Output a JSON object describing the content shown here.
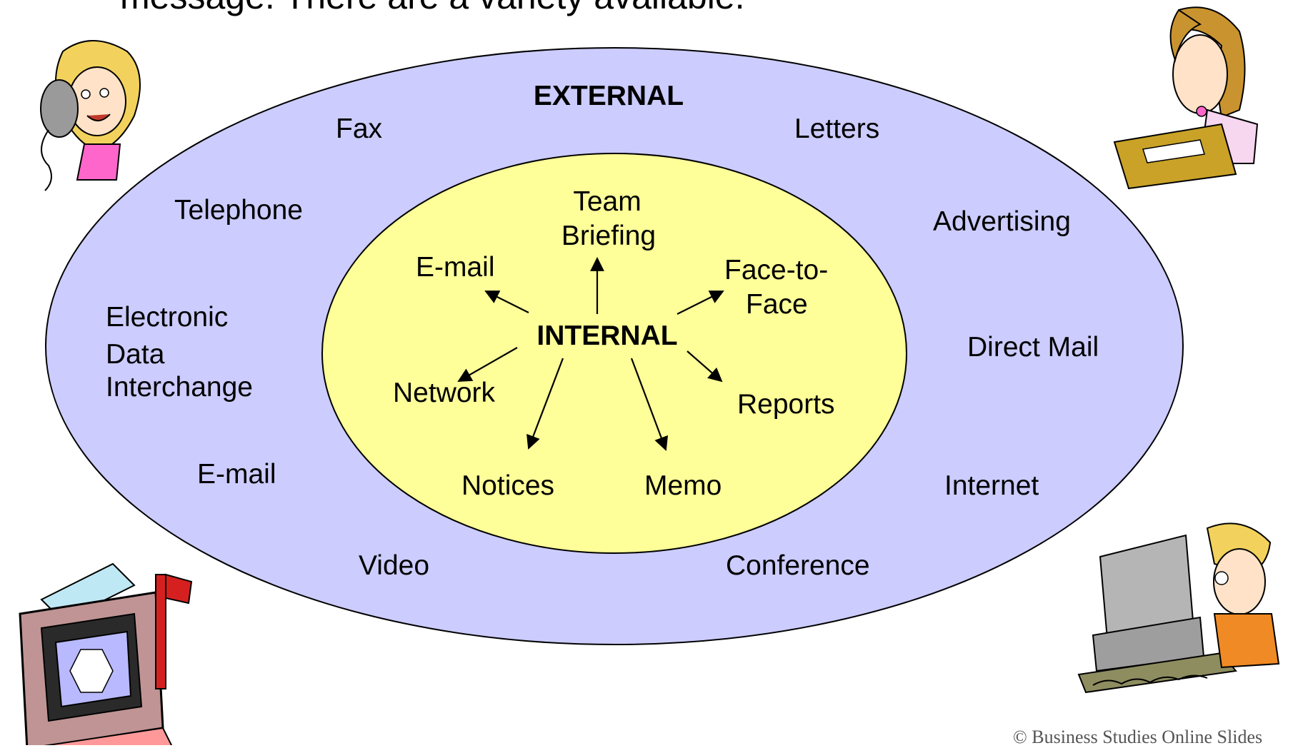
{
  "heading": "message.  There are a variety available.",
  "outer": {
    "title": "EXTERNAL",
    "items": {
      "fax": "Fax",
      "letters": "Letters",
      "telephone": "Telephone",
      "advertising": "Advertising",
      "edi_1": "Electronic",
      "edi_2": "Data",
      "edi_3": "Interchange",
      "direct_mail": "Direct Mail",
      "email": "E-mail",
      "internet": "Internet",
      "video": "Video",
      "conference": "Conference"
    }
  },
  "inner": {
    "title": "INTERNAL",
    "items": {
      "team_1": "Team",
      "team_2": "Briefing",
      "email": "E-mail",
      "face_1": "Face-to-",
      "face_2": "Face",
      "network": "Network",
      "reports": "Reports",
      "notices": "Notices",
      "memo": "Memo"
    }
  },
  "footer": "© Business Studies Online Slides",
  "colors": {
    "outer_fill": "#ccccff",
    "inner_fill": "#ffff99",
    "stroke": "#000000"
  },
  "icons": [
    "woman-telephone-icon",
    "woman-typewriter-icon",
    "computer-mailbox-icon",
    "boy-computer-icon"
  ]
}
